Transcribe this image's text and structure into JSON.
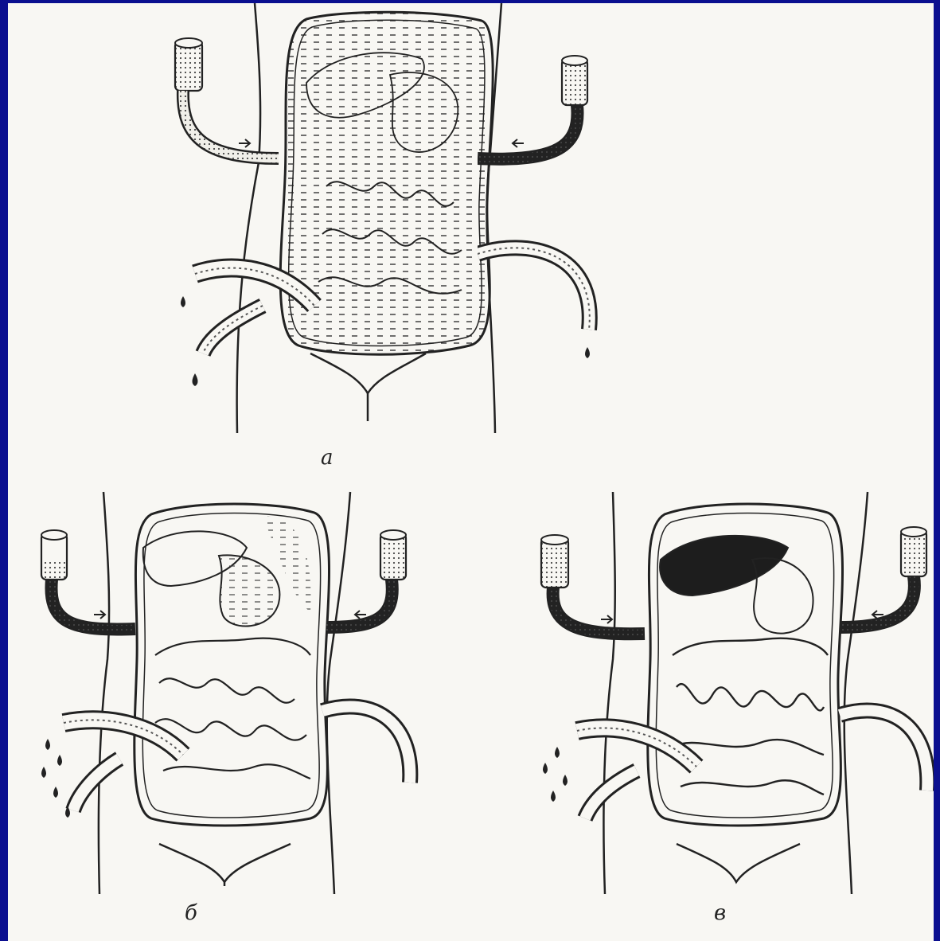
{
  "figure": {
    "panels": [
      {
        "id": "a",
        "label": "а"
      },
      {
        "id": "b",
        "label": "б"
      },
      {
        "id": "c",
        "label": "в"
      }
    ]
  },
  "colors": {
    "frame": "#0b0f8f",
    "paper": "#f8f7f3",
    "ink": "#222222"
  },
  "icons": {
    "reservoir": "reservoir-bottle-icon",
    "tube": "drainage-tube-icon",
    "drop": "fluid-drop-icon",
    "arrow": "flow-arrow-icon"
  }
}
